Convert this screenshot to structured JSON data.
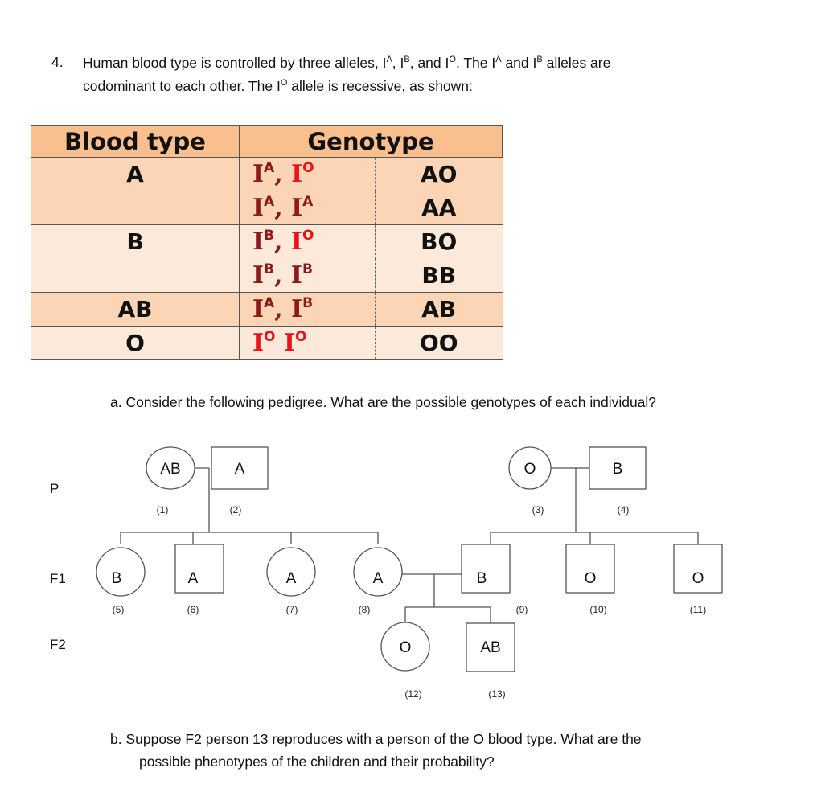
{
  "question": {
    "number": "4.",
    "line1_prefix": "Human blood type is controlled by three alleles, I",
    "line1_sup_a": "A",
    "line1_mid1": ", I",
    "line1_sup_b": "B",
    "line1_mid2": ", and I",
    "line1_sup_o": "O",
    "line1_mid3": ".  The I",
    "line1_sup_a2": "A",
    "line1_mid4": " and I",
    "line1_sup_b2": "B",
    "line1_suffix": " alleles are",
    "line2_prefix": "codominant to each other.  The I",
    "line2_sup_o": "O",
    "line2_suffix": " allele is recessive, as shown:"
  },
  "table": {
    "header_type": "Blood type",
    "header_genotype": "Genotype",
    "rows": [
      {
        "type": "A",
        "genotypes": [
          {
            "a1": "A",
            "a2": "O",
            "short": "AO"
          },
          {
            "a1": "A",
            "a2": "A",
            "short": "AA"
          }
        ]
      },
      {
        "type": "B",
        "genotypes": [
          {
            "a1": "B",
            "a2": "O",
            "short": "BO"
          },
          {
            "a1": "B",
            "a2": "B",
            "short": "BB"
          }
        ]
      },
      {
        "type": "AB",
        "genotypes": [
          {
            "a1": "A",
            "a2": "B",
            "short": "AB"
          }
        ]
      },
      {
        "type": "O",
        "genotypes": [
          {
            "a1": "O",
            "a2": "O",
            "short": "OO"
          }
        ]
      }
    ],
    "allele_letter": "I"
  },
  "part_a": "a.   Consider the following pedigree.  What are the possible genotypes of each individual?",
  "part_b_line1": "b.   Suppose F2 person 13 reproduces with a person of the O blood type.  What are the",
  "part_b_line2": "possible phenotypes of the children and their probability?",
  "generations": {
    "p": "P",
    "f1": "F1",
    "f2": "F2"
  },
  "pedigree": {
    "individuals": [
      {
        "id": "(1)",
        "type": "AB",
        "shape": "circle"
      },
      {
        "id": "(2)",
        "type": "A",
        "shape": "square"
      },
      {
        "id": "(3)",
        "type": "O",
        "shape": "circle"
      },
      {
        "id": "(4)",
        "type": "B",
        "shape": "square"
      },
      {
        "id": "(5)",
        "type": "B",
        "shape": "circle"
      },
      {
        "id": "(6)",
        "type": "A",
        "shape": "square"
      },
      {
        "id": "(7)",
        "type": "A",
        "shape": "circle"
      },
      {
        "id": "(8)",
        "type": "A",
        "shape": "circle"
      },
      {
        "id": "(9)",
        "type": "B",
        "shape": "square"
      },
      {
        "id": "(10)",
        "type": "O",
        "shape": "square"
      },
      {
        "id": "(11)",
        "type": "O",
        "shape": "square"
      },
      {
        "id": "(12)",
        "type": "O",
        "shape": "circle"
      },
      {
        "id": "(13)",
        "type": "AB",
        "shape": "square"
      }
    ]
  }
}
